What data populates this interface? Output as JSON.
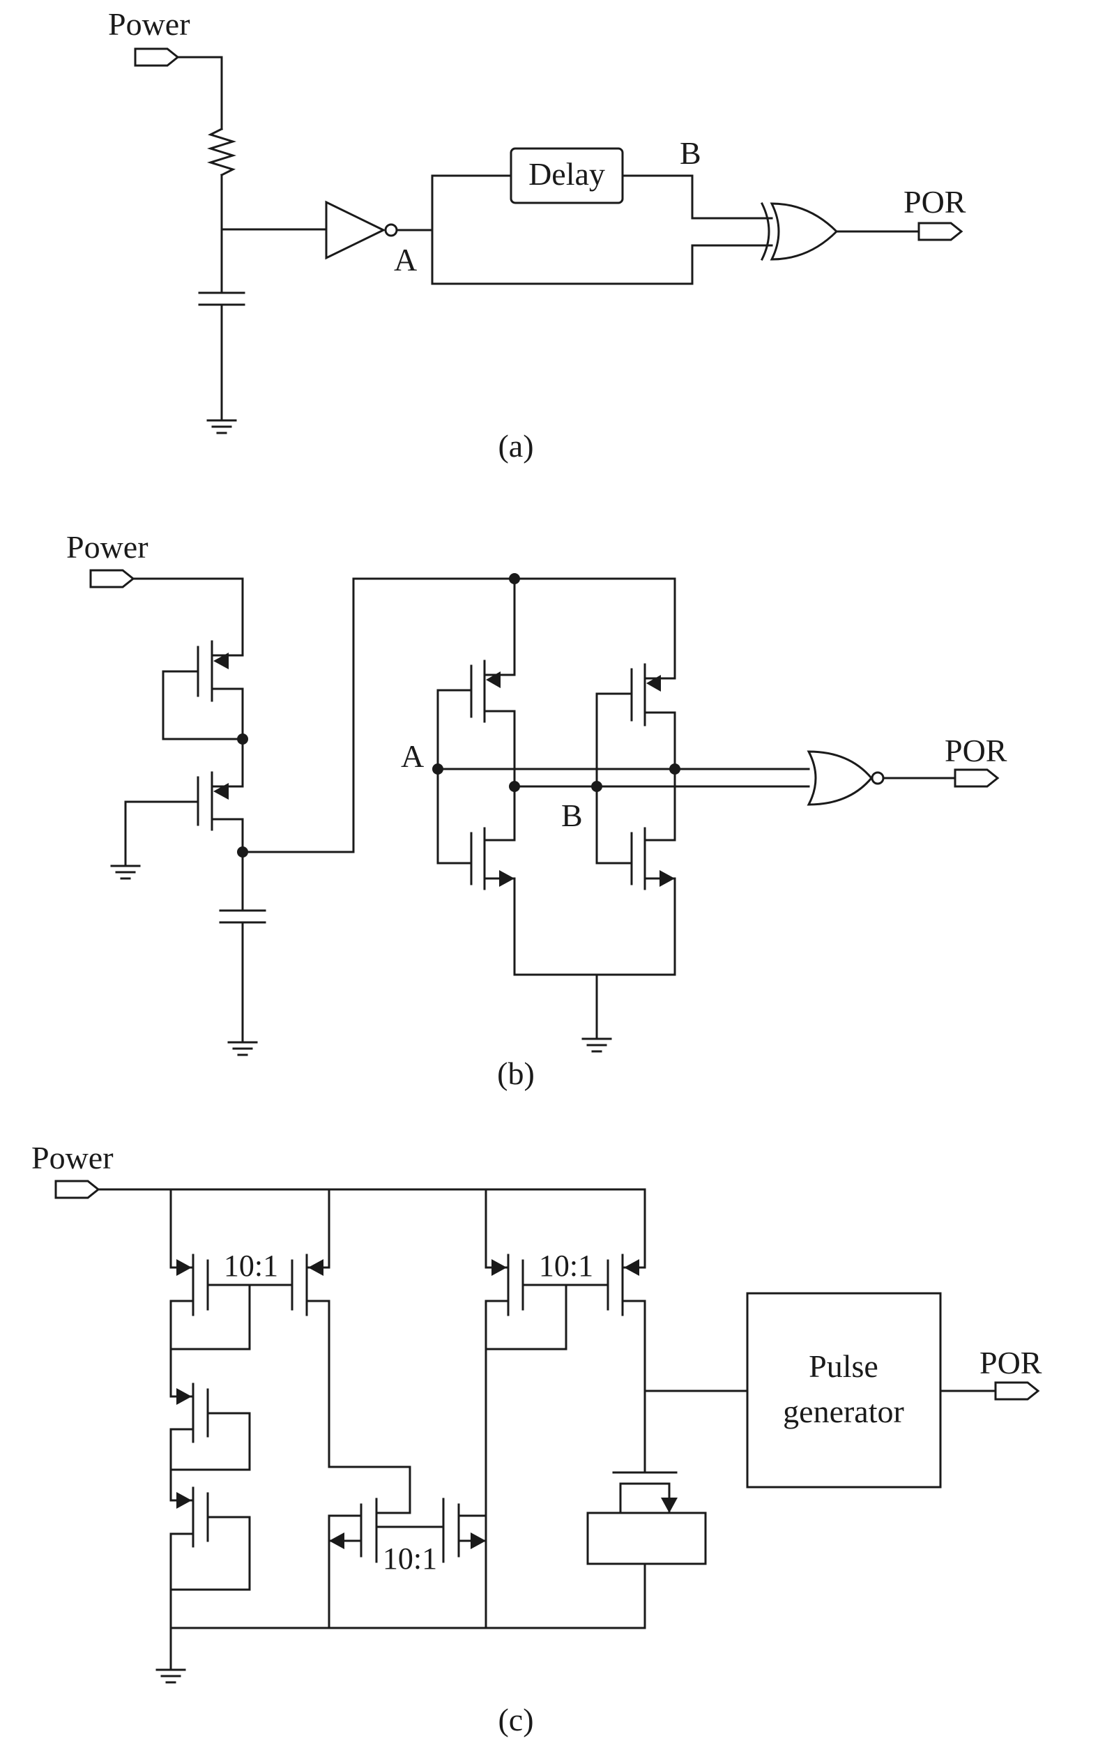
{
  "figure": {
    "panels": [
      {
        "caption": "(a)",
        "power_label": "Power",
        "delay_label": "Delay",
        "node_a_label": "A",
        "node_b_label": "B",
        "output_label": "POR",
        "gate": "XOR"
      },
      {
        "caption": "(b)",
        "power_label": "Power",
        "node_a_label": "A",
        "node_b_label": "B",
        "output_label": "POR",
        "gate": "NOR"
      },
      {
        "caption": "(c)",
        "power_label": "Power",
        "mirror_ratio_top_left": "10:1",
        "mirror_ratio_top_right": "10:1",
        "mirror_ratio_bottom": "10:1",
        "pulse_generator_line1": "Pulse",
        "pulse_generator_line2": "generator",
        "output_label": "POR"
      }
    ]
  }
}
